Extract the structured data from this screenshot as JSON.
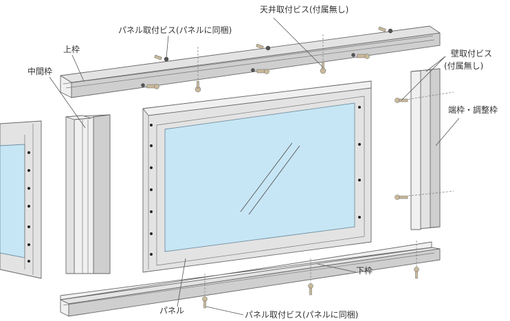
{
  "labels": {
    "ceiling_screw": "天井取付ビス(付属無し)",
    "panel_screw_top": "パネル取付ビス(パネルに同梱)",
    "top_frame": "上枠",
    "wall_screw_line1": "壁取付ビス",
    "wall_screw_line2": "(付属無し)",
    "middle_frame": "中間枠",
    "end_frame": "端枠・調整枠",
    "bottom_frame": "下枠",
    "panel": "パネル",
    "panel_screw_bottom": "パネル取付ビス(パネルに同梱)"
  }
}
